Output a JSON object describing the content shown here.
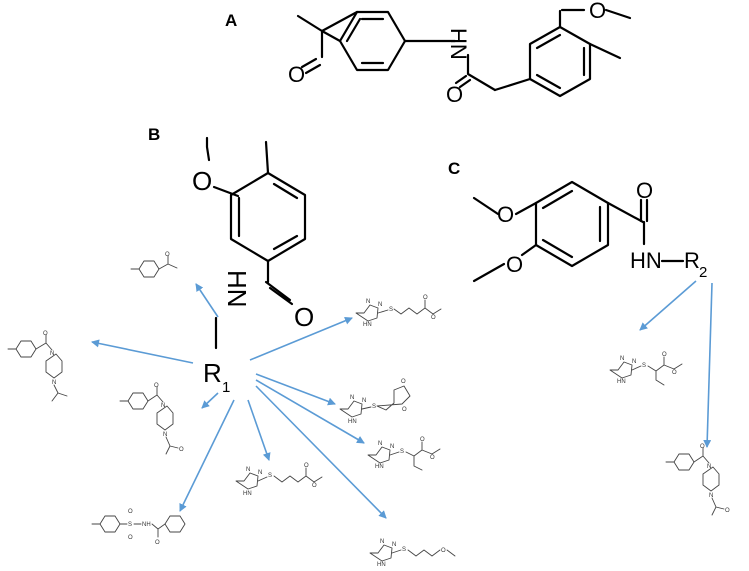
{
  "panels": {
    "a": {
      "letter": "A",
      "labels": {
        "o_methoxy": "O",
        "nh": "HN",
        "o_amide": "O",
        "o_acetyl": "O"
      }
    },
    "b": {
      "letter": "B",
      "labels": {
        "o_methoxy": "O",
        "nh": "HN",
        "o_amide": "O",
        "r": "R",
        "r_sub": "1"
      }
    },
    "c": {
      "letter": "C",
      "labels": {
        "o_methoxy1": "O",
        "o_methoxy2": "O",
        "o_amide": "O",
        "nh": "HN",
        "r": "R",
        "r_sub": "2"
      }
    }
  },
  "fragment_labels": {
    "b_acetylphenyl": {
      "o": "O"
    },
    "b_isopropylpiperazine": {
      "o": "O",
      "n1": "N",
      "n2": "N"
    },
    "b_acetylpiperazine": {
      "o": "O",
      "n1": "N",
      "n2": "N",
      "o2": "O"
    },
    "b_sulfonamide": {
      "s": "S",
      "o1": "O",
      "o2": "O",
      "nh": "NH",
      "o3": "O"
    },
    "b_triazole_ester": {
      "n1": "N",
      "n2": "N",
      "nh": "HN",
      "s": "S",
      "o1": "O",
      "o2": "O"
    },
    "b_triazole_dioxolane": {
      "n1": "N",
      "n2": "N",
      "nh": "HN",
      "s": "S",
      "o1": "O",
      "o2": "O"
    },
    "b_triazole_branched": {
      "n1": "N",
      "n2": "N",
      "nh": "HN",
      "s": "S",
      "o1": "O",
      "o2": "O"
    },
    "b_triazole_methylester": {
      "n1": "N",
      "n2": "N",
      "nh": "HN",
      "s": "S",
      "o1": "O",
      "o2": "O"
    },
    "b_triazole_methoxy": {
      "n1": "N",
      "n2": "N",
      "nh": "HN",
      "s": "S",
      "o1": "O"
    },
    "c_triazole_branched": {
      "n1": "N",
      "n2": "N",
      "nh": "HN",
      "s": "S",
      "o1": "O",
      "o2": "O"
    },
    "c_acetylpiperazine": {
      "o": "O",
      "n1": "N",
      "n2": "N",
      "o2": "O"
    }
  }
}
